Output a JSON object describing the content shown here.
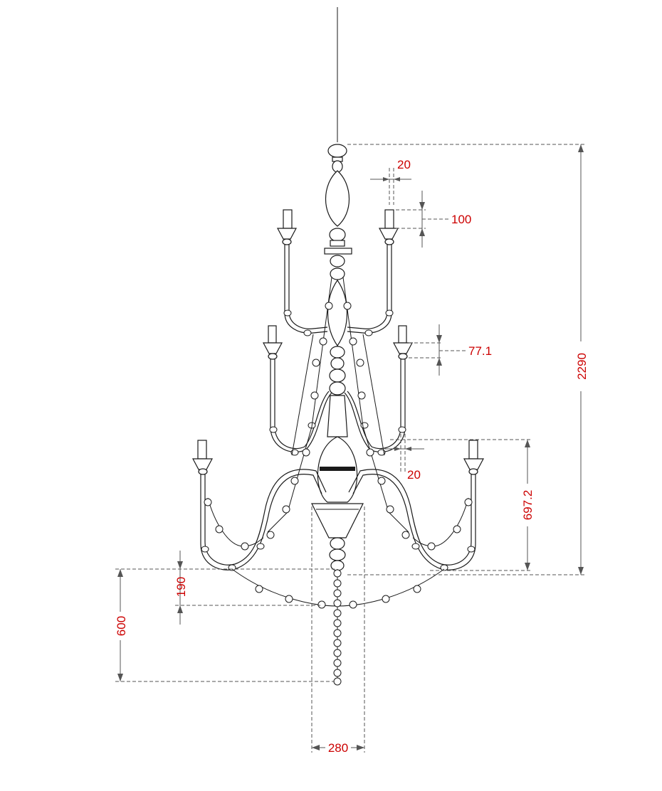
{
  "drawing": {
    "subject": "chandelier",
    "dim_color": "#cc0000",
    "line_color": "#1a1a1a",
    "dimensions": {
      "total_height": "2290",
      "lower_tier_height": "697.2",
      "candle_height_top": "100",
      "candle_height_mid": "77.1",
      "candle_width": "20",
      "arm_offset": "20",
      "swag_drop": "190",
      "pendant_drop": "600",
      "bottom_width": "280"
    }
  }
}
